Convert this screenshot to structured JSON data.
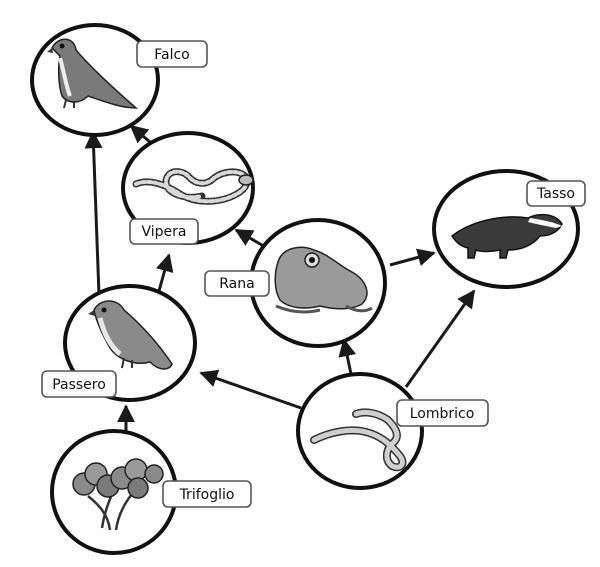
{
  "diagram": {
    "type": "food-web",
    "nodes": [
      {
        "id": "falco",
        "label": "Falco",
        "icon": "falcon-icon"
      },
      {
        "id": "vipera",
        "label": "Vipera",
        "icon": "viper-icon"
      },
      {
        "id": "tasso",
        "label": "Tasso",
        "icon": "badger-icon"
      },
      {
        "id": "rana",
        "label": "Rana",
        "icon": "frog-icon"
      },
      {
        "id": "passero",
        "label": "Passero",
        "icon": "sparrow-icon"
      },
      {
        "id": "lombrico",
        "label": "Lombrico",
        "icon": "earthworm-icon"
      },
      {
        "id": "trifoglio",
        "label": "Trifoglio",
        "icon": "clover-icon"
      }
    ],
    "edges": [
      {
        "from": "trifoglio",
        "to": "passero"
      },
      {
        "from": "passero",
        "to": "falco"
      },
      {
        "from": "passero",
        "to": "vipera"
      },
      {
        "from": "vipera",
        "to": "falco"
      },
      {
        "from": "rana",
        "to": "vipera"
      },
      {
        "from": "rana",
        "to": "tasso"
      },
      {
        "from": "lombrico",
        "to": "passero"
      },
      {
        "from": "lombrico",
        "to": "rana"
      },
      {
        "from": "lombrico",
        "to": "tasso"
      }
    ]
  }
}
